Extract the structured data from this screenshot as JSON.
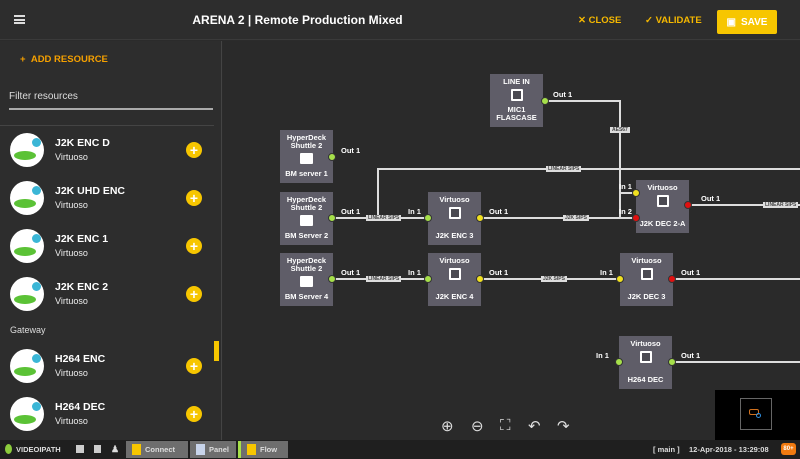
{
  "header": {
    "title": "ARENA 2 | Remote Production Mixed",
    "close": "CLOSE",
    "validate": "VALIDATE",
    "save": "SAVE"
  },
  "sidebar": {
    "add": "ADD RESOURCE",
    "filter_placeholder": "Filter resources",
    "items": [
      {
        "name": "J2K ENC D",
        "sub": "Virtuoso"
      },
      {
        "name": "J2K UHD ENC",
        "sub": "Virtuoso"
      },
      {
        "name": "J2K ENC 1",
        "sub": "Virtuoso"
      },
      {
        "name": "J2K ENC 2",
        "sub": "Virtuoso"
      }
    ],
    "group": "Gateway",
    "group_items": [
      {
        "name": "H264 ENC",
        "sub": "Virtuoso"
      },
      {
        "name": "H264 DEC",
        "sub": "Virtuoso"
      }
    ]
  },
  "nodes": {
    "linein": {
      "top": "LINE IN",
      "bottom": "MIC1 FLASCASE",
      "out": "Out 1"
    },
    "bm1": {
      "top": "HyperDeck Shuttle 2",
      "bottom": "BM server 1",
      "out": "Out 1"
    },
    "bm2": {
      "top": "HyperDeck Shuttle 2",
      "bottom": "BM Server 2",
      "out": "Out 1"
    },
    "bm4": {
      "top": "HyperDeck Shuttle 2",
      "bottom": "BM Server 4",
      "out": "Out 1"
    },
    "enc3": {
      "top": "Virtuoso",
      "bottom": "J2K ENC 3",
      "in": "In 1",
      "out": "Out 1"
    },
    "enc4": {
      "top": "Virtuoso",
      "bottom": "J2K ENC 4",
      "in": "In 1",
      "out": "Out 1"
    },
    "dec2a": {
      "top": "Virtuoso",
      "bottom": "J2K DEC 2-A",
      "in1": "In 1",
      "in2": "In 2",
      "out": "Out 1"
    },
    "dec3": {
      "top": "Virtuoso",
      "bottom": "J2K DEC 3",
      "in": "In 1",
      "out": "Out 1"
    },
    "h264dec": {
      "top": "Virtuoso",
      "bottom": "H264 DEC",
      "in": "In 1",
      "out": "Out 1"
    }
  },
  "wires": {
    "linear": "LINEAR SIPS",
    "j2k": "J2K SIPS",
    "aes": "AES67"
  },
  "port_colors": {
    "connected": "#a6e04a",
    "partial": "#f0e020",
    "error": "#e01010"
  },
  "status": {
    "app": "VIDEOIPATH",
    "tabs": [
      "Connect",
      "Panel",
      "Flow"
    ],
    "context": "[ main ]",
    "datetime": "12-Apr-2018 - 13:29:08",
    "badge": "80+"
  }
}
